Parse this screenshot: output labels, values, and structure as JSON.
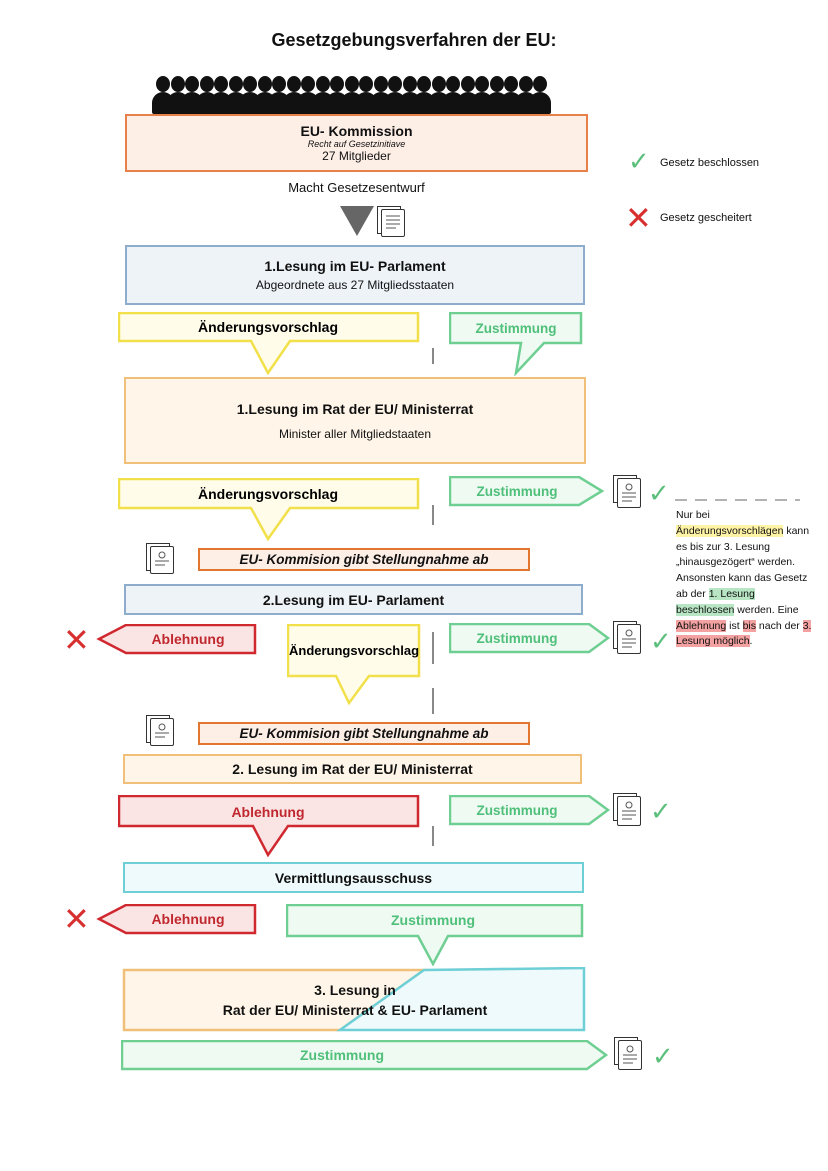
{
  "title": "Gesetzgebungsverfahren der EU:",
  "legend": {
    "passed": "Gesetz beschlossen",
    "failed": "Gesetz gescheitert"
  },
  "commission": {
    "name": "EU- Kommission",
    "subtitle": "Recht auf Gesetzinitiave",
    "members": "27 Mitglieder",
    "action": "Macht Gesetzesentwurf"
  },
  "steps": {
    "parl1_title": "1.Lesung im EU- Parlament",
    "parl1_sub": "Abgeordnete aus 27 Mitgliedsstaaten",
    "rat1_title": "1.Lesung im Rat der EU/ Ministerrat",
    "rat1_sub": "Minister aller Mitgliedstaaten",
    "stellung1": "EU- Kommision gibt Stellungnahme ab",
    "parl2_title": "2.Lesung im EU- Parlament",
    "stellung2": "EU- Kommision gibt Stellungnahme ab",
    "rat2_title": "2. Lesung im Rat der EU/ Ministerrat",
    "vermittlung": "Vermittlungsausschuss",
    "lesung3_line1": "3. Lesung in",
    "lesung3_line2": "Rat der EU/ Ministerrat & EU- Parlament"
  },
  "arrows": {
    "aenderung": "Änderungsvorschlag",
    "zustimmung": "Zustimmung",
    "ablehnung": "Ablehnung"
  },
  "note": {
    "p1": "Nur bei ",
    "h1": "Änderungsvorschlägen",
    "p2": " kann es bis zur 3. Lesung „hinausgezögert“ werden. Ansonsten kann das Gesetz ab der ",
    "h2": "1. Lesung beschlossen",
    "p3": " werden. Eine ",
    "h3": "Ablehnung",
    "p4": " ist ",
    "h4": "bis",
    "p5": " nach der ",
    "h5": "3. Lesung möglich",
    "p6": "."
  },
  "colors": {
    "commission_border": "#e8804a",
    "commission_fill": "#fdeee6",
    "parl_border": "#8eaccb",
    "parl_fill": "#eef3f8",
    "rat_border": "#f0c07a",
    "rat_fill": "#fff6e9",
    "vermittlung_border": "#6fcfd6",
    "vermittlung_fill": "#eefafb",
    "yellow": "#f2e04a",
    "yellow_fill": "#fffcea",
    "green": "#6fcf93",
    "green_fill": "#eefaf2",
    "red": "#d0282f",
    "red_fill": "#fbe4e4",
    "orange": "#e2762f",
    "orange_fill": "#fdeee6"
  }
}
